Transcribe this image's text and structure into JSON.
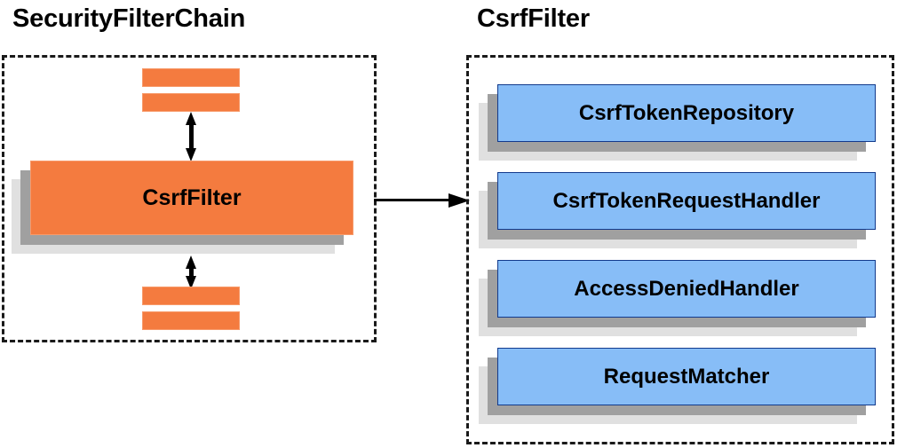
{
  "diagram": {
    "left_panel": {
      "title": "SecurityFilterChain",
      "filter_card": {
        "label": "CsrfFilter"
      },
      "bars": [
        {
          "name": "filter-bar-top-1"
        },
        {
          "name": "filter-bar-top-2"
        },
        {
          "name": "filter-bar-bottom-1"
        },
        {
          "name": "filter-bar-bottom-2"
        }
      ]
    },
    "right_panel": {
      "title": "CsrfFilter",
      "components": [
        {
          "label": "CsrfTokenRepository"
        },
        {
          "label": "CsrfTokenRequestHandler"
        },
        {
          "label": "AccessDeniedHandler"
        },
        {
          "label": "RequestMatcher"
        }
      ]
    },
    "connectors": {
      "chain_arrow_top": "double-headed-vertical-arrow",
      "chain_arrow_bottom": "double-headed-vertical-arrow",
      "panel_link": "right-arrow"
    },
    "colors": {
      "orange_fill": "#f47b3f",
      "orange_border": "#f79a6a",
      "blue_fill": "#87bdf7",
      "blue_border": "#123a8c",
      "shadow_near": "#a0a0a0",
      "shadow_far": "#e0e0e0",
      "dashed_border": "#1a1a1a",
      "text": "#000000",
      "background": "#ffffff"
    }
  }
}
